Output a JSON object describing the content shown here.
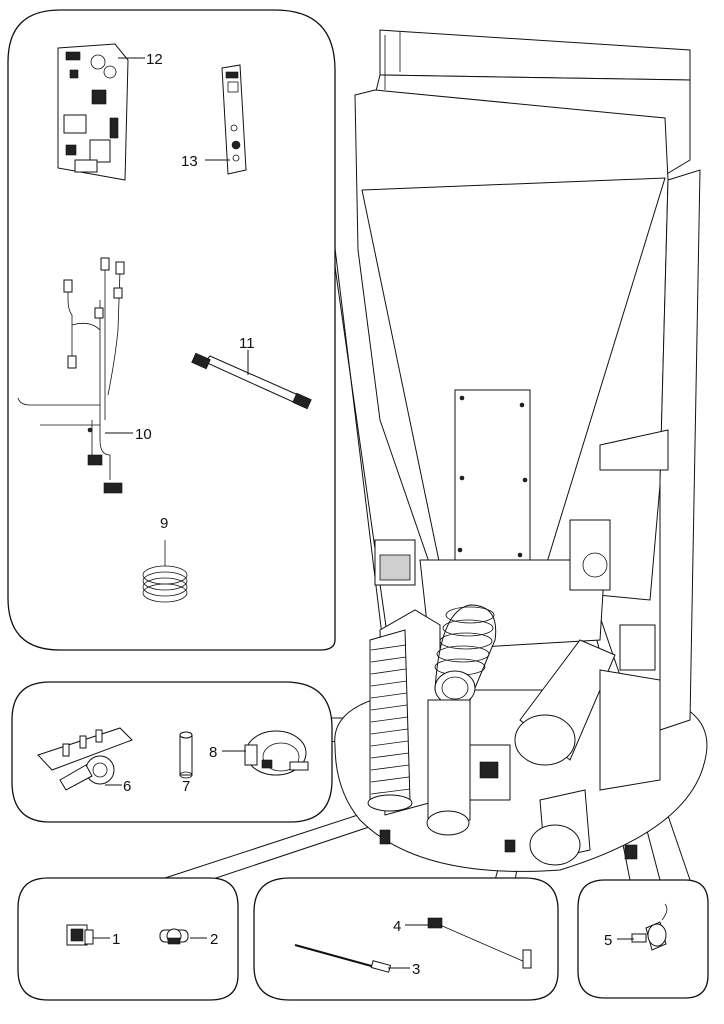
{
  "callouts": {
    "c1": "1",
    "c2": "2",
    "c3": "3",
    "c4": "4",
    "c5": "5",
    "c6": "6",
    "c7": "7",
    "c8": "8",
    "c9": "9",
    "c10": "10",
    "c11": "11",
    "c12": "12",
    "c13": "13"
  },
  "parts": [
    {
      "number": "1",
      "icon": "switch-icon"
    },
    {
      "number": "2",
      "icon": "thermal-switch-icon"
    },
    {
      "number": "3",
      "icon": "igniter-rod-icon"
    },
    {
      "number": "4",
      "icon": "sensor-probe-icon"
    },
    {
      "number": "5",
      "icon": "snap-disc-icon"
    },
    {
      "number": "6",
      "icon": "bracket-assembly-icon"
    },
    {
      "number": "7",
      "icon": "tube-fitting-icon"
    },
    {
      "number": "8",
      "icon": "pressure-switch-icon"
    },
    {
      "number": "9",
      "icon": "coiled-hose-icon"
    },
    {
      "number": "10",
      "icon": "wire-harness-icon"
    },
    {
      "number": "11",
      "icon": "ribbon-cable-icon"
    },
    {
      "number": "12",
      "icon": "control-board-icon"
    },
    {
      "number": "13",
      "icon": "control-panel-icon"
    }
  ]
}
